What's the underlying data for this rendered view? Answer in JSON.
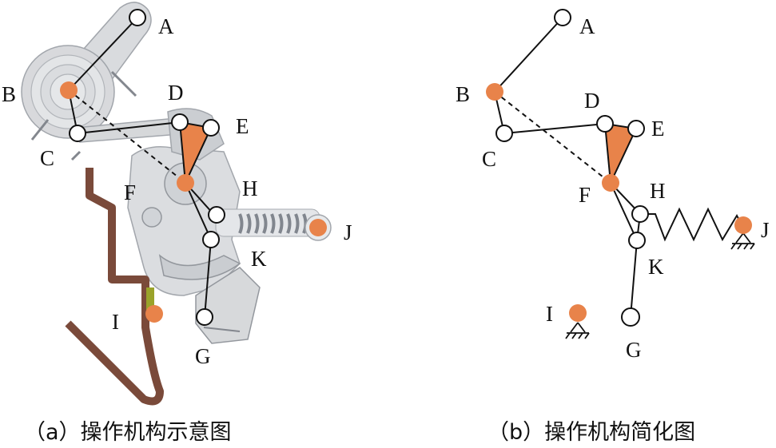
{
  "panels": [
    {
      "caption": "（a）操作机构示意图",
      "labels": {
        "A": "A",
        "B": "B",
        "C": "C",
        "D": "D",
        "E": "E",
        "F": "F",
        "G": "G",
        "H": "H",
        "I": "I",
        "J": "J",
        "K": "K"
      }
    },
    {
      "caption": "（b）操作机构简化图",
      "labels": {
        "A": "A",
        "B": "B",
        "C": "C",
        "D": "D",
        "E": "E",
        "F": "F",
        "G": "G",
        "H": "H",
        "I": "I",
        "J": "J",
        "K": "K"
      }
    }
  ],
  "colors": {
    "fixed_joint": "#e8834a",
    "link": "#111111",
    "moving_joint_fill": "#ffffff",
    "handle": "#7a4a3a",
    "latch_tab": "#9aa32a",
    "mechanism_body": "#cfd2d6",
    "spring": "#8a8e96"
  }
}
